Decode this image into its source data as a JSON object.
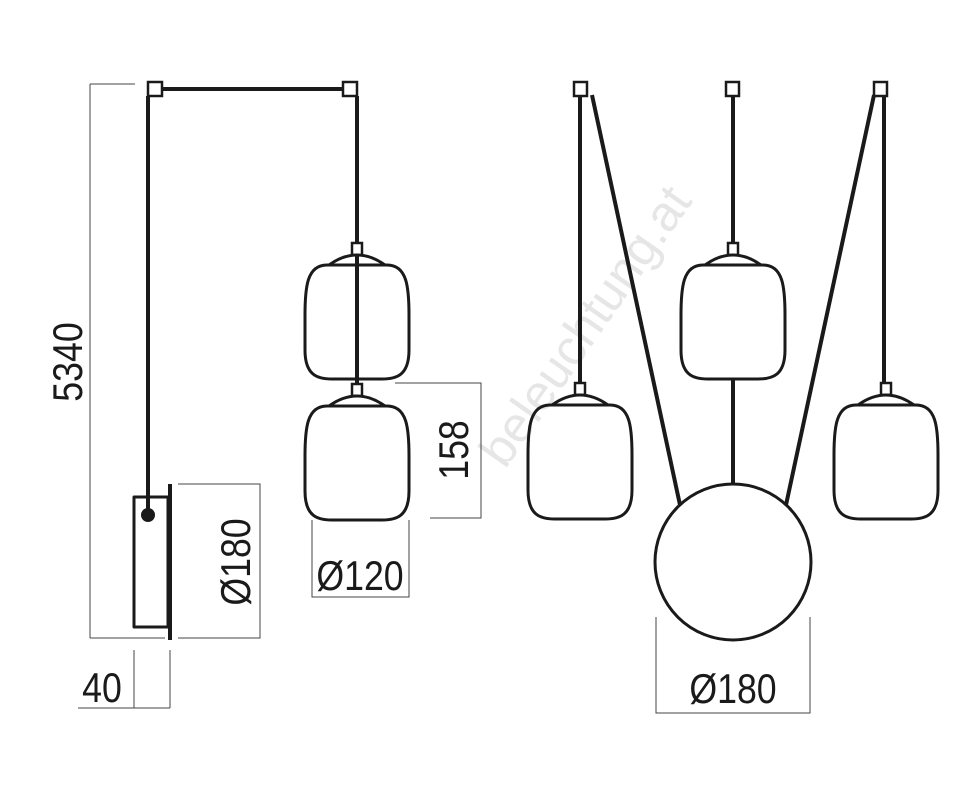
{
  "title": "Pendant lamp dimension drawing",
  "dimensions": {
    "total_height": "5340",
    "canopy_diameter_side": "Ø180",
    "shade_height": "158",
    "shade_diameter": "Ø120",
    "canopy_depth": "40",
    "canopy_diameter_front": "Ø180"
  },
  "watermark": "beleuchtung.at",
  "colors": {
    "ink": "#1a1a1a",
    "dimension": "#444444",
    "watermark": "#e6e6e6"
  }
}
